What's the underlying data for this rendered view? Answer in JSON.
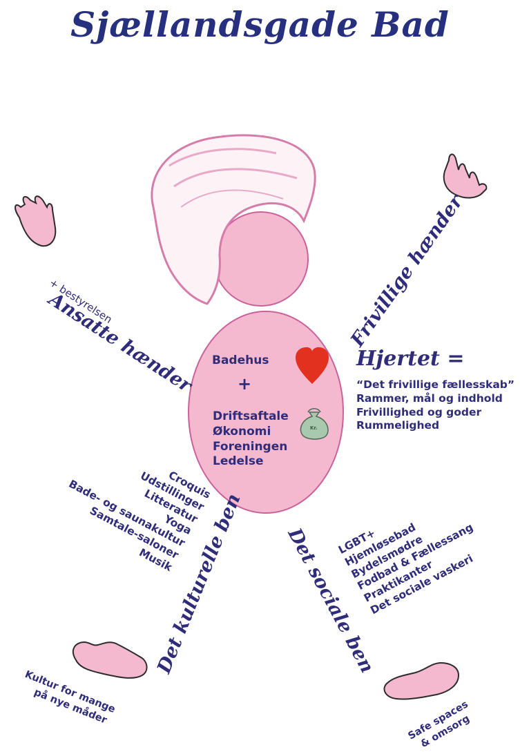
{
  "title": "Sjællandsgade Bad",
  "arms": {
    "left_label": "Ansatte hænder",
    "left_sub": "+ bestyrelsen",
    "right_label": "Frivillige hænder"
  },
  "body": {
    "top_line": "Badehus",
    "plus": "+",
    "items": [
      "Driftsaftale",
      "Økonomi",
      "Foreningen",
      "Ledelse"
    ],
    "coin_label": "Kr."
  },
  "heart": {
    "heading": "Hjertet =",
    "items": [
      "“Det frivillige fællesskab”",
      "Rammer, mål og indhold",
      "Frivillighed og goder",
      "Rummelighed"
    ]
  },
  "left_leg": {
    "label": "Det kulturelle ben",
    "items": [
      "Croquis",
      "Udstillinger",
      "Litteratur",
      "Yoga",
      "Bade- og saunakultur",
      "Samtale-saloner",
      "Musik"
    ],
    "foot_text": [
      "Kultur for mange",
      "på nye måder"
    ]
  },
  "right_leg": {
    "label": "Det sociale ben",
    "items": [
      "LGBT+",
      "Hjemløsebad",
      "Bydelsmødre",
      "Fodbad & Fællessang",
      "Praktikanter",
      "Det sociale vaskeri"
    ],
    "foot_text": [
      "Safe spaces",
      "& omsorg"
    ]
  },
  "colors": {
    "navy": "#2f2d7a",
    "pink": "#f4b8cf",
    "pink_outline": "#c9629a",
    "heart": "#e2321f",
    "moneybag": "#a9c9ae"
  }
}
